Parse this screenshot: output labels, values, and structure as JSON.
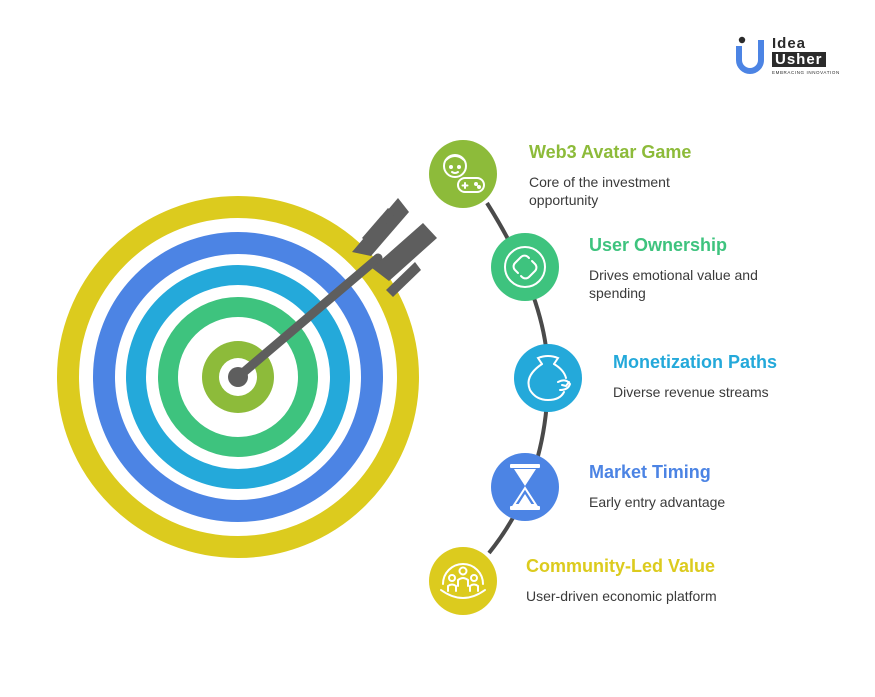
{
  "brand": {
    "line1": "Idea",
    "line2": "Usher",
    "tagline": "EMBRACING INNOVATION"
  },
  "colors": {
    "yellow": "#DCCB1E",
    "blue": "#4C84E4",
    "cyan": "#24A9DA",
    "green": "#3EC37E",
    "lime": "#8DBB3A",
    "arrow": "#5E5E5E",
    "connector": "#4A4A4A"
  },
  "items": [
    {
      "title": "Web3 Avatar Game",
      "desc": "Core of the investment opportunity",
      "color": "#8DBB3A",
      "icon": "gamer-avatar-icon"
    },
    {
      "title": "User Ownership",
      "desc": "Drives emotional value and spending",
      "color": "#3EC37E",
      "icon": "link-ownership-icon"
    },
    {
      "title": "Monetization Paths",
      "desc": "Diverse revenue streams",
      "color": "#24A9DA",
      "icon": "money-bag-icon"
    },
    {
      "title": "Market Timing",
      "desc": "Early entry advantage",
      "color": "#4C84E4",
      "icon": "hourglass-icon"
    },
    {
      "title": "Community-Led Value",
      "desc": "User-driven economic platform",
      "color": "#DCCB1E",
      "icon": "community-icon"
    }
  ]
}
